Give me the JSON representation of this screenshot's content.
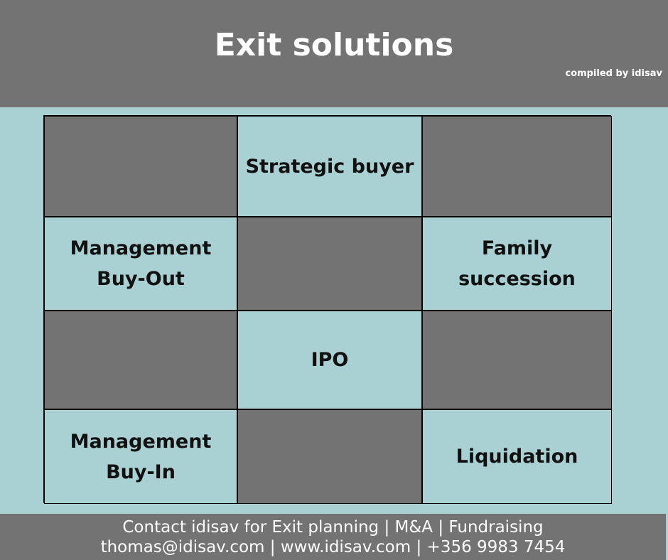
{
  "header": {
    "title": "Exit solutions",
    "subtitle": "compiled by idisav"
  },
  "grid": [
    [
      "",
      "Strategic buyer",
      ""
    ],
    [
      "Management Buy-Out",
      "",
      "Family succession"
    ],
    [
      "",
      "IPO",
      ""
    ],
    [
      "Management Buy-In",
      "",
      "Liquidation"
    ]
  ],
  "footer": {
    "line1": "Contact idisav for Exit planning | M&A | Fundraising",
    "line2": "thomas@idisav.com | www.idisav.com | +356 9983 7454"
  },
  "colors": {
    "dark": "#737373",
    "teal": "#a9d0d2"
  }
}
